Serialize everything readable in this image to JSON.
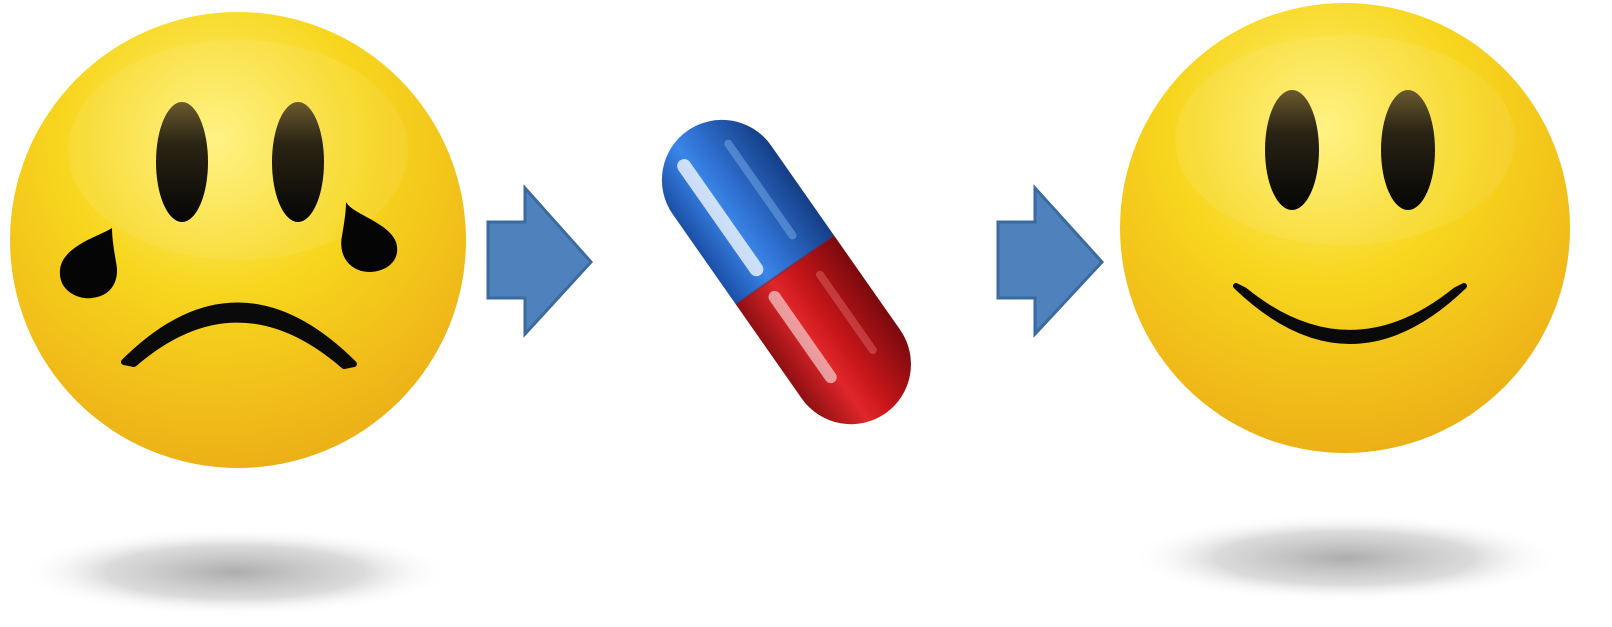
{
  "diagram": {
    "steps": [
      {
        "id": "sad-face",
        "icon": "crying-sad-face-icon"
      },
      {
        "id": "pill",
        "icon": "capsule-pill-icon"
      },
      {
        "id": "happy-face",
        "icon": "smiling-happy-face-icon"
      }
    ],
    "connectors": [
      {
        "from": "sad-face",
        "to": "pill",
        "icon": "arrow-right-icon"
      },
      {
        "from": "pill",
        "to": "happy-face",
        "icon": "arrow-right-icon"
      }
    ]
  },
  "colors": {
    "face_yellow": "#F5C518",
    "face_highlight": "#FFF27A",
    "arrow_blue": "#4F81BD",
    "pill_blue": "#2F6FD0",
    "pill_red": "#C8161A",
    "feature_black": "#111111",
    "shadow_gray": "#BDBDBD"
  }
}
